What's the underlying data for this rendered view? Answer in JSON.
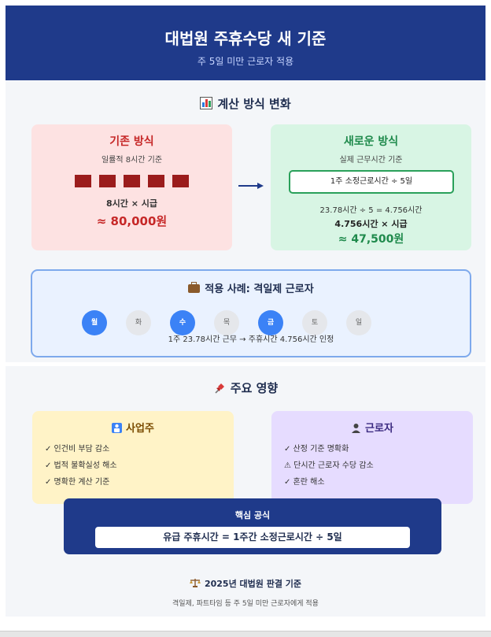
{
  "header": {
    "title": "대법원 주휴수당 새 기준",
    "subtitle": "주 5일 미만 근로자 적용"
  },
  "calc_section": {
    "title": "계산 방식 변화",
    "icon": "bar-chart-icon",
    "old_method": {
      "title": "기존 방식",
      "subtitle": "일률적 8시간 기준",
      "formula": "8시간 × 시급",
      "result": "≈ 80,000원",
      "color": "#c62828"
    },
    "new_method": {
      "title": "새로운 방식",
      "subtitle": "실제 근무시간 기준",
      "formula_box": "1주 소정근로시간 ÷ 5일",
      "calc": "23.78시간 ÷ 5 = 4.756시간",
      "formula": "4.756시간 × 시급",
      "result": "≈ 47,500원",
      "color": "#1f8a4c"
    }
  },
  "example": {
    "title": "적용 사례: 격일제 근로자",
    "icon": "briefcase-icon",
    "days": [
      {
        "label": "월",
        "work": true
      },
      {
        "label": "화",
        "work": false
      },
      {
        "label": "수",
        "work": true
      },
      {
        "label": "목",
        "work": false
      },
      {
        "label": "금",
        "work": true
      },
      {
        "label": "토",
        "work": false
      },
      {
        "label": "일",
        "work": false
      }
    ],
    "note": "1주 23.78시간 근무 → 주휴시간 4.756시간 인정"
  },
  "impact_section": {
    "title": "주요 영향",
    "icon": "pushpin-icon",
    "employer": {
      "title": "사업주",
      "icon": "employer-icon",
      "items": [
        "✓ 인건비 부담 감소",
        "✓ 법적 불확실성 해소",
        "✓ 명확한 계산 기준"
      ]
    },
    "worker": {
      "title": "근로자",
      "icon": "worker-icon",
      "items": [
        "✓ 산정 기준 명확화",
        "⚠ 단시간 근로자 수당 감소",
        "✓ 혼란 해소"
      ]
    }
  },
  "core_formula": {
    "title": "핵심 공식",
    "formula": "유급 주휴시간 = 1주간 소정근로시간 ÷ 5일"
  },
  "footer": {
    "title": "2025년 대법원 판결 기준",
    "icon": "scales-icon",
    "note": "격일제, 파트타임 등 주 5일 미만 근로자에게 적용"
  },
  "colors": {
    "header_bg": "#1f3a8a",
    "accent_blue": "#3b82f6"
  }
}
